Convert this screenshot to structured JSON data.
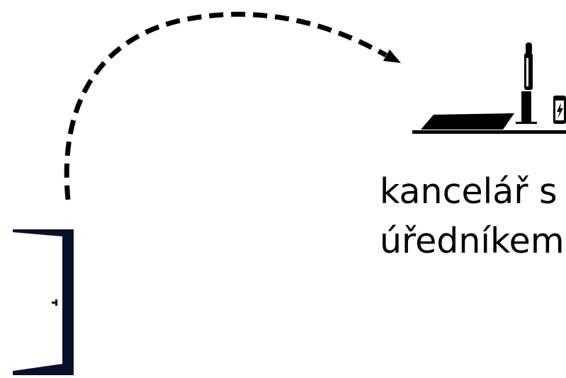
{
  "label": {
    "line1": "kancelář s",
    "line2": "úředníkem,"
  },
  "colors": {
    "ink": "#000000",
    "door": "#0a1029",
    "background": "#ffffff"
  },
  "icons": [
    "door-icon",
    "desk-icon",
    "lamp-icon",
    "phone-icon",
    "dashed-arrow"
  ]
}
